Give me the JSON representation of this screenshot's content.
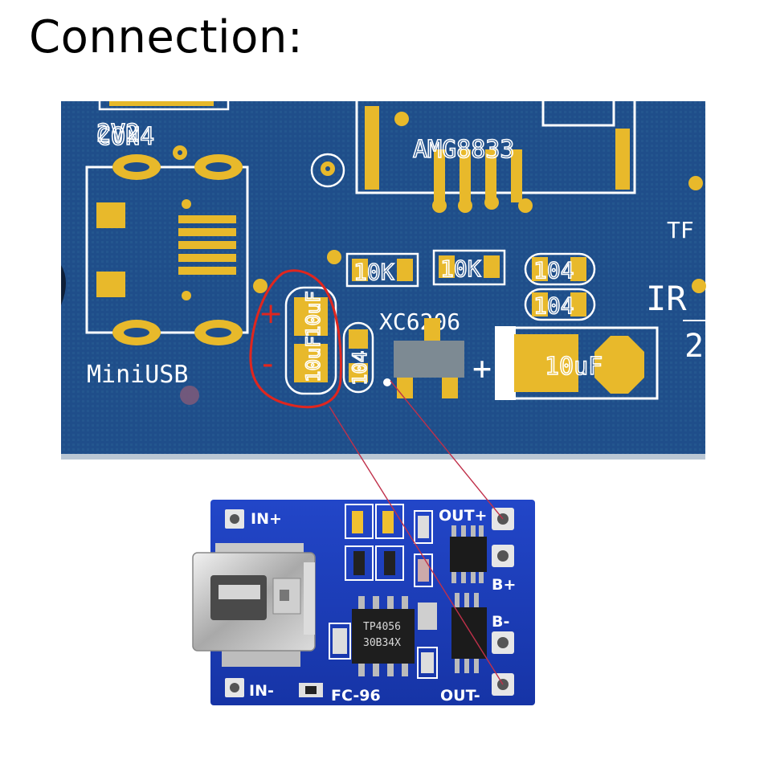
{
  "title": "Connection:",
  "pcb_layout": {
    "labels": {
      "con4_ghost": "2V2",
      "con4": "CON4",
      "amg": "AMG8833",
      "tf": "TF",
      "ir": "IR",
      "ir_sub": "2",
      "miniusb": "MiniUSB",
      "r1": "10K",
      "r2": "10K",
      "c1": "104",
      "c2": "104",
      "c3": "104",
      "reg": "XC6206",
      "cap_a": "10uF",
      "cap_b": "10uF",
      "cap_big": "10uF",
      "plus": "+",
      "minus": "-",
      "plus_big": "+"
    },
    "colors": {
      "board": "#1f4e8a",
      "pad": "#e8b92b",
      "silk": "#ffffff",
      "marker": "#e0261e"
    }
  },
  "module": {
    "labels": {
      "in_plus": "IN+",
      "in_minus": "IN-",
      "out_plus": "OUT+",
      "out_minus": "OUT-",
      "b_plus": "B+",
      "b_minus": "B-",
      "model": "FC-96",
      "chip_line1": "TP4056",
      "chip_line2": "30B34X"
    },
    "colors": {
      "board": "#1c3fb8",
      "wire": "#c0304a"
    }
  }
}
